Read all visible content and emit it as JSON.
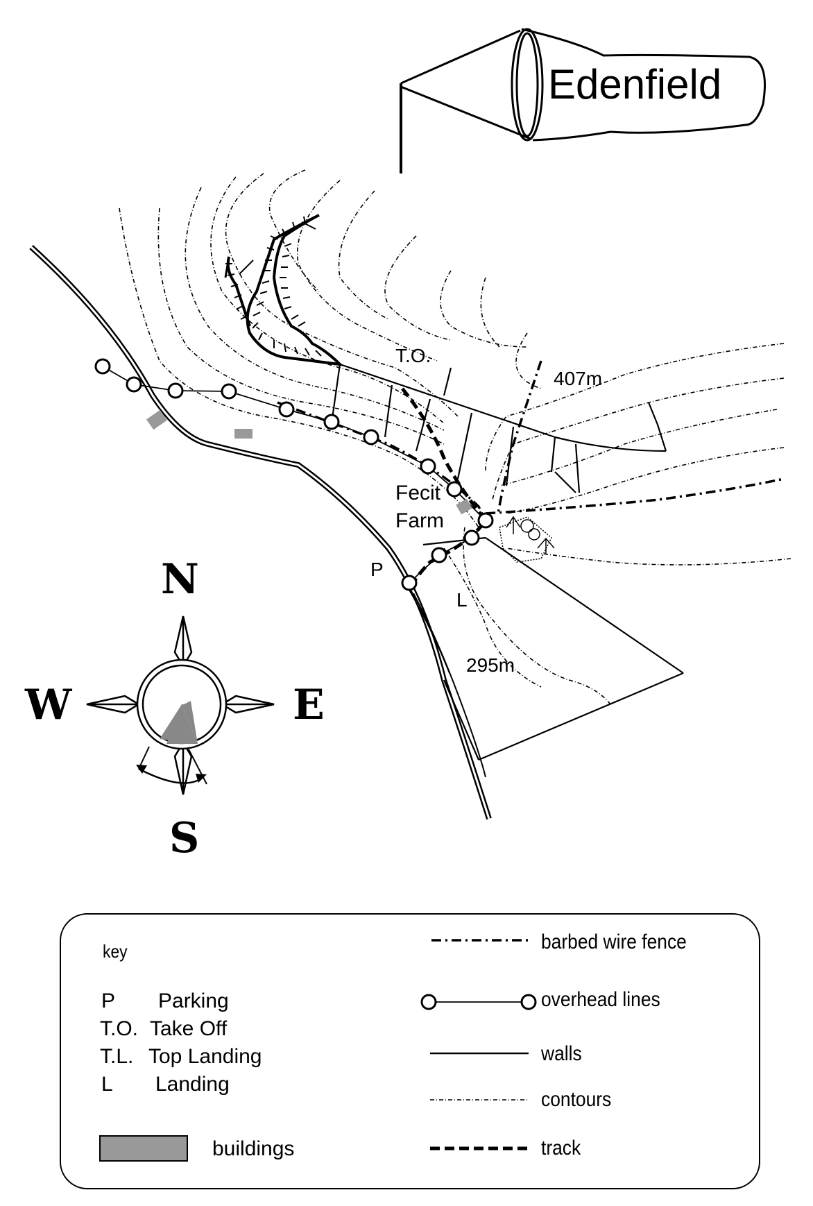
{
  "title": "Edenfield",
  "labels": {
    "take_off": "T.O.",
    "height_top": "407m",
    "farm_line1": "Fecit",
    "farm_line2": "Farm",
    "parking": "P",
    "landing": "L",
    "height_bottom": "295m"
  },
  "compass": {
    "n": "N",
    "s": "S",
    "e": "E",
    "w": "W"
  },
  "key": {
    "heading": "key",
    "abbreviations": [
      {
        "code": "P",
        "meaning": "Parking"
      },
      {
        "code": "T.O.",
        "meaning": "Take Off"
      },
      {
        "code": "T.L.",
        "meaning": "Top Landing"
      },
      {
        "code": "L",
        "meaning": "Landing"
      }
    ],
    "buildings": "buildings",
    "barbed_wire": "barbed wire fence",
    "overhead_lines": "overhead lines",
    "walls": "walls",
    "contours": "contours",
    "track": "track"
  },
  "colors": {
    "building": "#999999",
    "compass_wedge": "#888888",
    "ink": "#000000"
  }
}
